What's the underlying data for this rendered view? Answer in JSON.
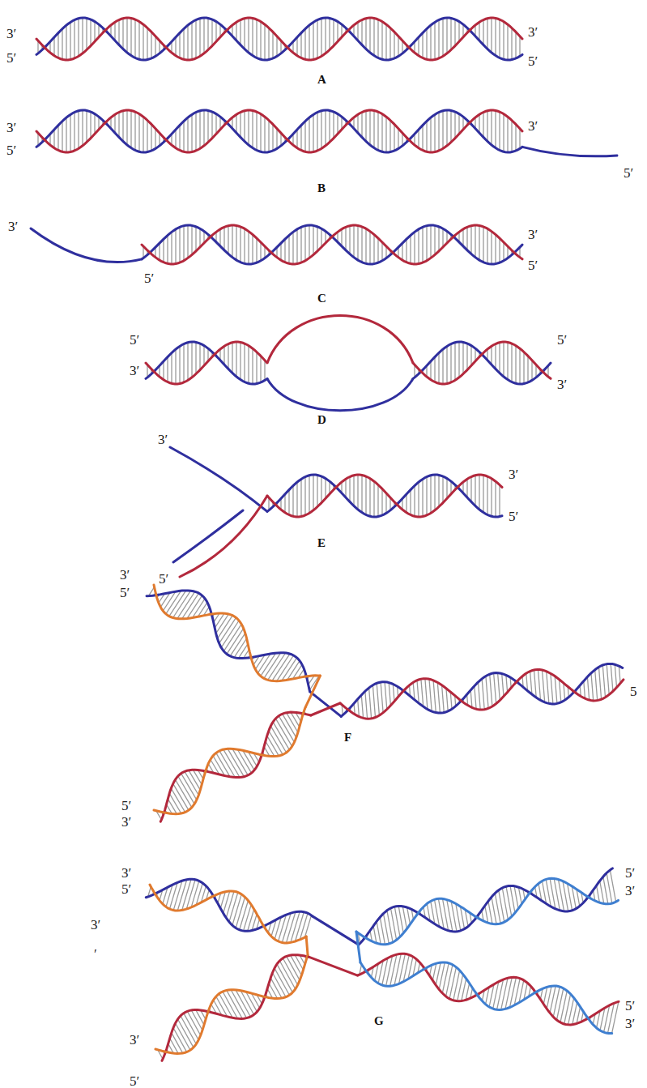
{
  "diagram": {
    "labels": [
      "3′",
      "5′",
      "3′",
      "5′",
      "A",
      "3′",
      "5′",
      "3′",
      "5′",
      "B",
      "3′",
      "3′",
      "5′",
      "5′",
      "C",
      "5′",
      "5′",
      "3′",
      "3′",
      "D",
      "3′",
      "3′",
      "5′",
      "E",
      "5′",
      "3′",
      "5′",
      "5",
      "F",
      "5′",
      "3′",
      "3′",
      "5′",
      "5′",
      "3′",
      "3′",
      "′",
      "5′",
      "G",
      "3′",
      "3′",
      "5′"
    ]
  }
}
